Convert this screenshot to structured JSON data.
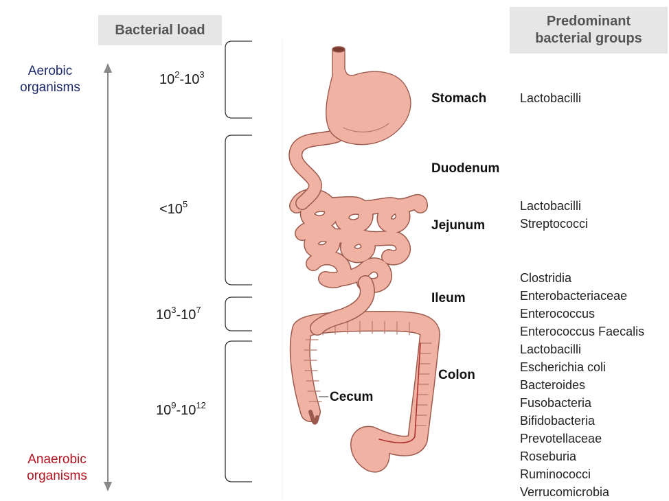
{
  "headers": {
    "bacterial_load": "Bacterial load",
    "predominant_line1": "Predominant",
    "predominant_line2": "bacterial groups"
  },
  "organisms": {
    "aerobic_line1": "Aerobic",
    "aerobic_line2": "organisms",
    "anaerobic_line1": "Anaerobic",
    "anaerobic_line2": "organisms"
  },
  "loads": [
    {
      "base1": "10",
      "exp1": "2",
      "sep": "-",
      "base2": "10",
      "exp2": "3"
    },
    {
      "base1": "<10",
      "exp1": "5",
      "sep": "",
      "base2": "",
      "exp2": ""
    },
    {
      "base1": "10",
      "exp1": "3",
      "sep": "-",
      "base2": "10",
      "exp2": "7"
    },
    {
      "base1": "10",
      "exp1": "9",
      "sep": "-",
      "base2": "10",
      "exp2": "12"
    }
  ],
  "organs": {
    "stomach": "Stomach",
    "duodenum": "Duodenum",
    "jejunum": "Jejunum",
    "ileum": "Ileum",
    "colon": "Colon",
    "cecum": "Cecum"
  },
  "bacteria": {
    "stomach": [
      "Lactobacilli"
    ],
    "jejunum": [
      "Lactobacilli",
      "Streptococci"
    ],
    "ileum_colon": [
      "Clostridia",
      "Enterobacteriaceae",
      "Enterococcus",
      "Enterococcus Faecalis",
      "Lactobacilli",
      "Escherichia coli",
      "Bacteroides",
      "Fusobacteria",
      "Bifidobacteria",
      "Prevotellaceae",
      "Roseburia",
      "Ruminococci",
      "Verrucomicrobia"
    ]
  },
  "colors": {
    "aerobic": "#1f2a6b",
    "anaerobic": "#b3121e",
    "organ_fill": "#f0b3a3",
    "organ_stroke": "#9c5a4c",
    "arrow": "#888888"
  }
}
